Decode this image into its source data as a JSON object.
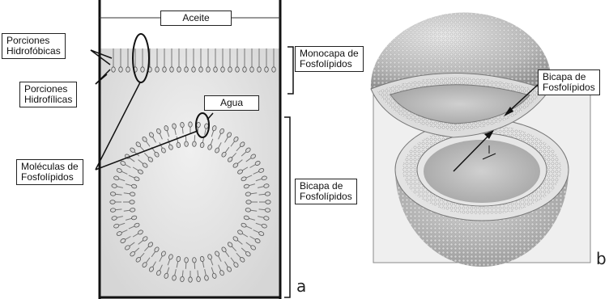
{
  "panel_a": {
    "label_oil": "Aceite",
    "label_water": "Agua",
    "label_hydrophobic": [
      "Porciones",
      "Hidrofóbicas"
    ],
    "label_hydrophilic": [
      "Porciones",
      "Hidrofílicas"
    ],
    "label_molecules": [
      "Moléculas de",
      "Fosfolípidos"
    ],
    "label_monolayer": [
      "Monocapa de",
      "Fosfolípidos"
    ],
    "label_bilayer": [
      "Bicapa de",
      "Fosfolípidos"
    ],
    "letter": "a"
  },
  "panel_b": {
    "label_bilayer": [
      "Bicapa de",
      "Fosfolípidos"
    ],
    "letter": "b"
  }
}
